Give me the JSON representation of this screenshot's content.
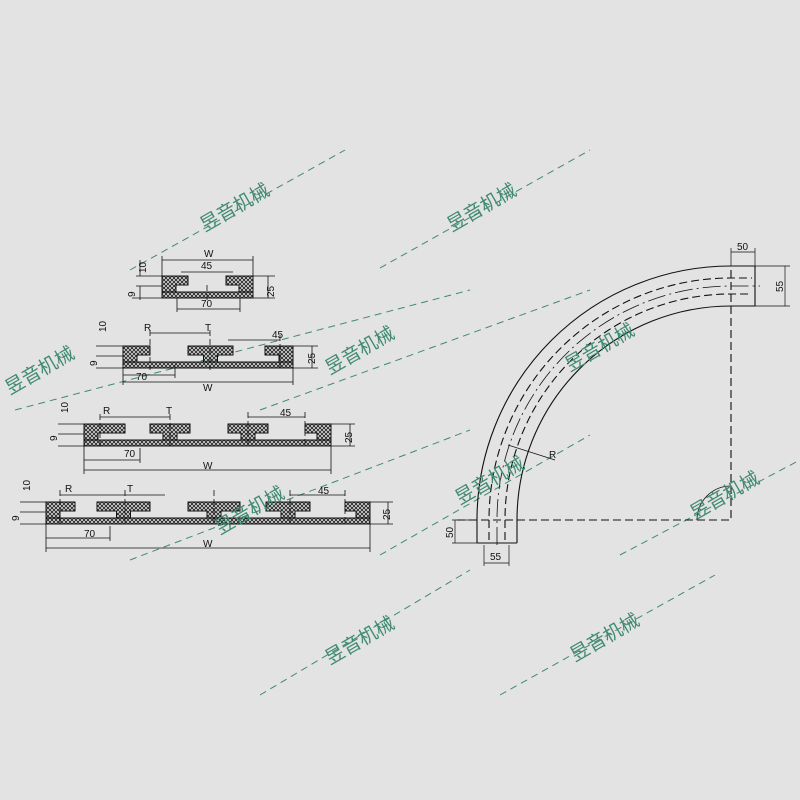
{
  "watermark": {
    "text": "昱音机械",
    "color": "#3f8a70"
  },
  "profiles": {
    "p1": {
      "W": "W",
      "d45": "45",
      "d70": "70",
      "d25": "25",
      "d10": "10",
      "d9": "9"
    },
    "p2": {
      "R": "R",
      "T": "T",
      "W": "W",
      "d45": "45",
      "d70": "70",
      "d25": "25",
      "d10": "10",
      "d9": "9"
    },
    "p3": {
      "R": "R",
      "T": "T",
      "W": "W",
      "d45": "45",
      "d70": "70",
      "d25": "25",
      "d10": "10",
      "d9": "9"
    },
    "p4": {
      "R": "R",
      "T": "T",
      "W": "W",
      "d45": "45",
      "d70": "70",
      "d25": "25",
      "d10": "10",
      "d9": "9"
    }
  },
  "curve": {
    "top_len": "50",
    "top_width": "55",
    "bottom_len": "50",
    "bottom_width": "55",
    "radius": "R"
  },
  "colors": {
    "background": "#e3e3e3",
    "line": "#111111"
  }
}
